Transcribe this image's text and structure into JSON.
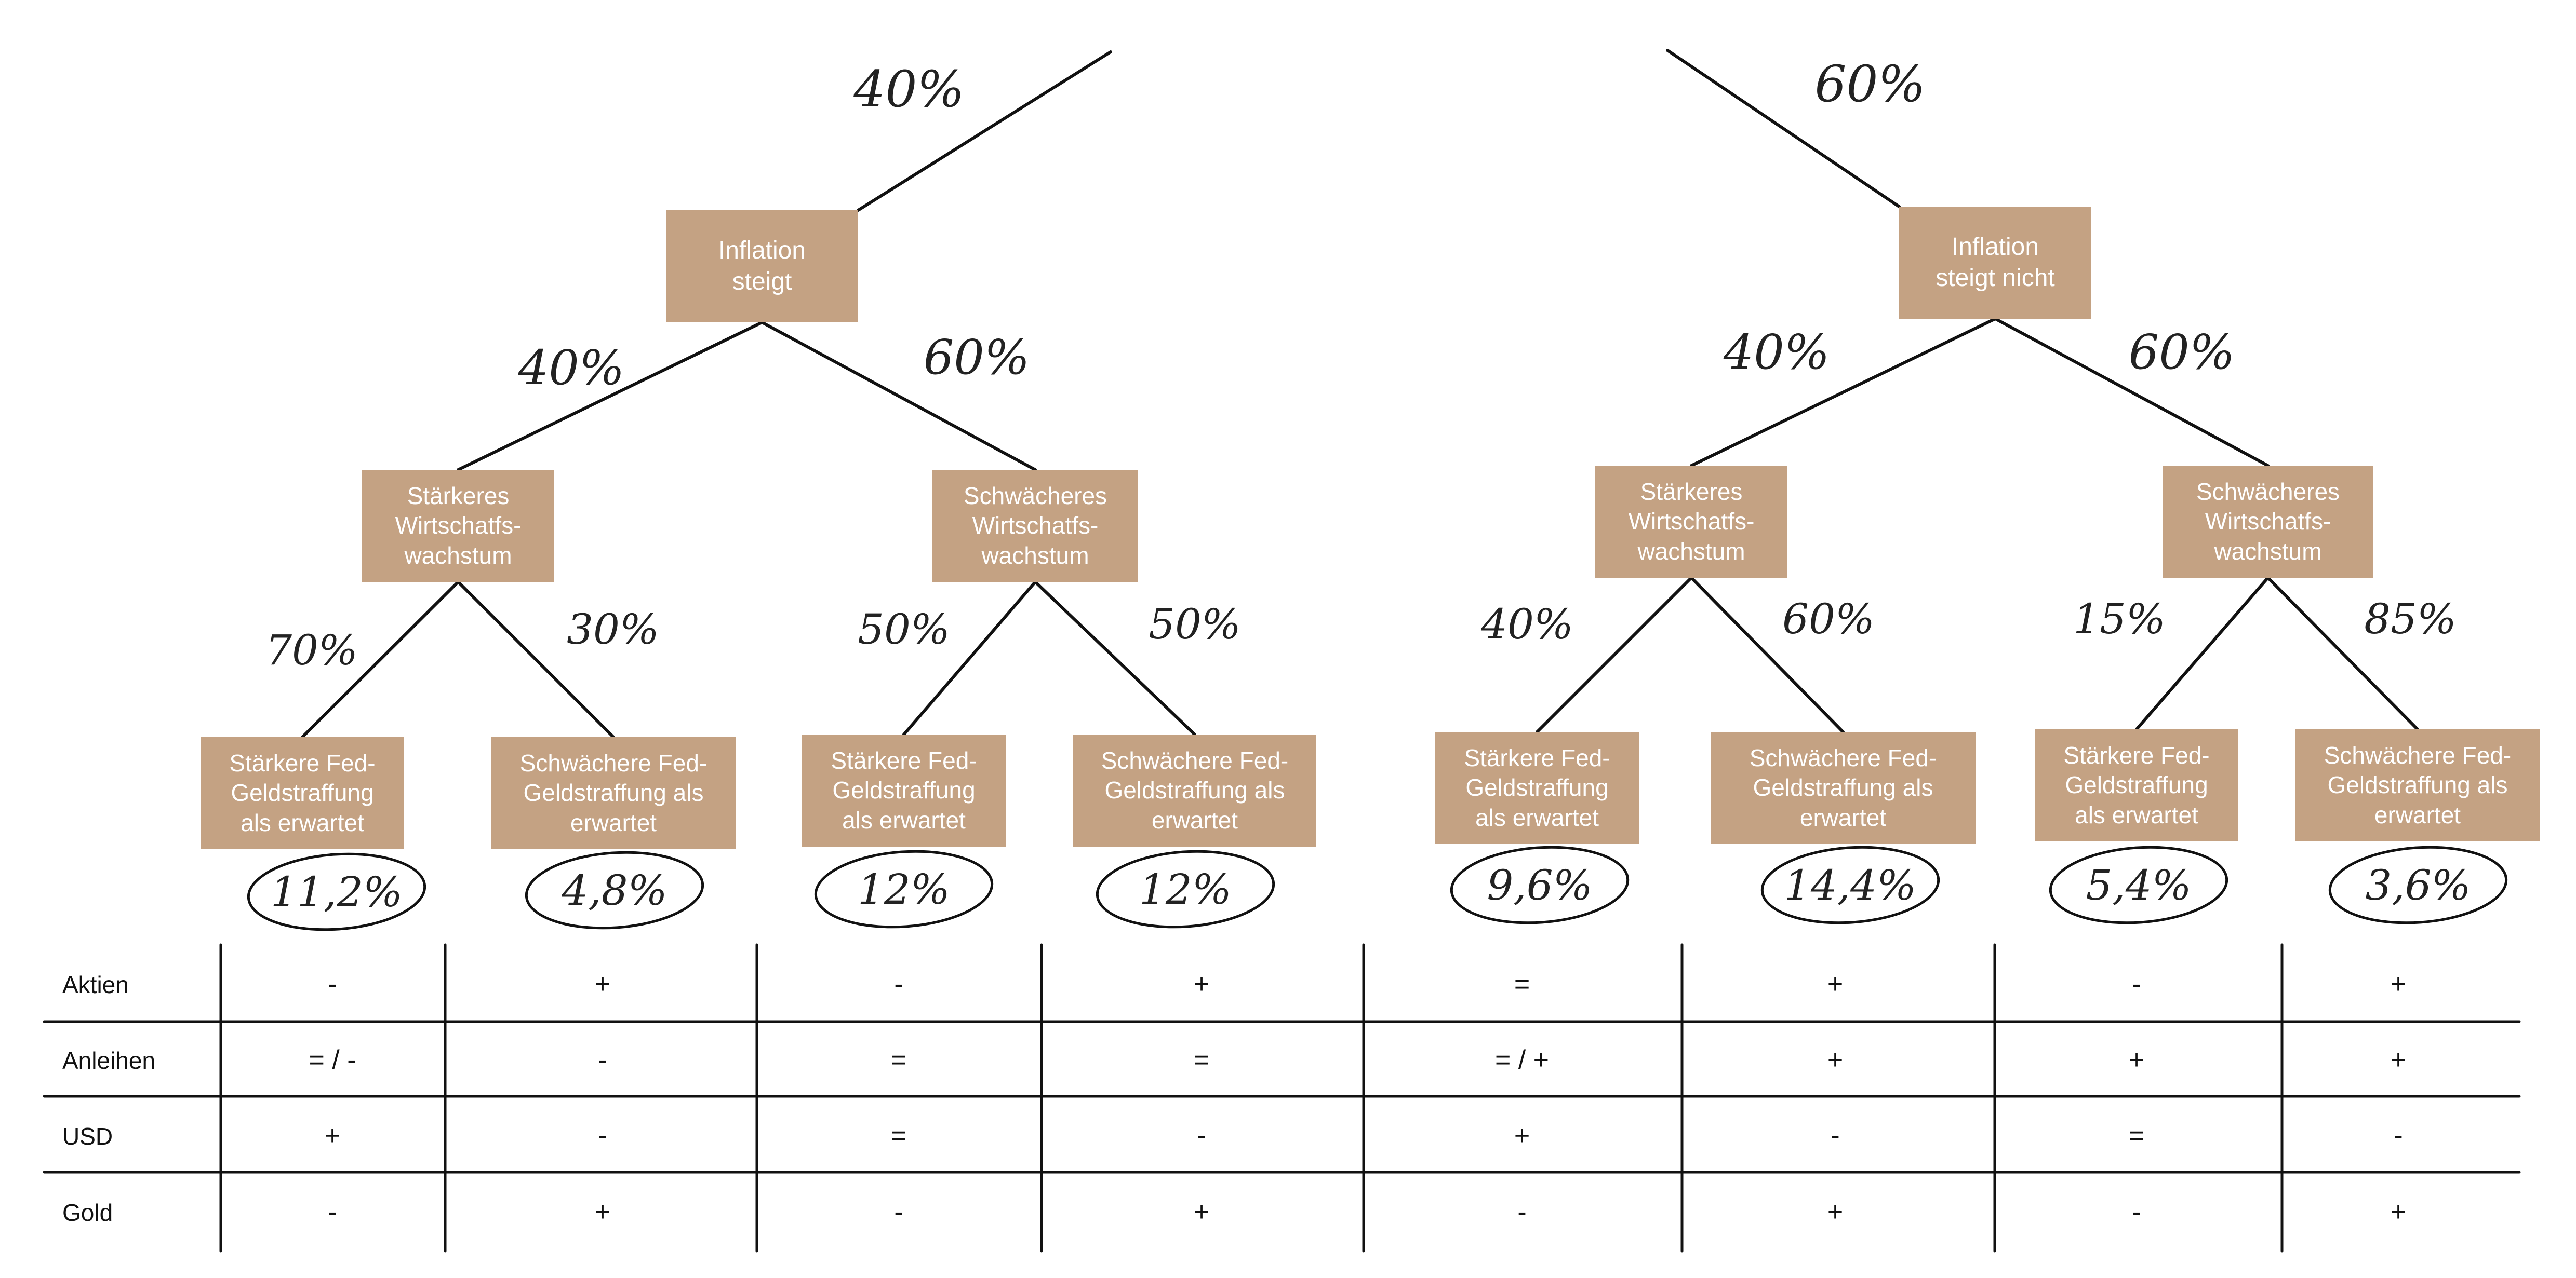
{
  "tree": {
    "roots": [
      {
        "label": "Inflation\nsteigt",
        "top_prob": "40%"
      },
      {
        "label": "Inflation\nsteigt nicht",
        "top_prob": "60%"
      }
    ],
    "growth_nodes": [
      {
        "label": "Stärkeres\nWirtschatfs-\nwachstum",
        "prob": "40%"
      },
      {
        "label": "Schwächeres\nWirtschatfs-\nwachstum",
        "prob": "60%"
      },
      {
        "label": "Stärkeres\nWirtschatfs-\nwachstum",
        "prob": "40%"
      },
      {
        "label": "Schwächeres\nWirtschatfs-\nwachstum",
        "prob": "60%"
      }
    ],
    "fed_nodes": [
      {
        "label": "Stärkere Fed-\nGeldstraffung\nals erwartet",
        "prob": "70%",
        "result": "11,2%"
      },
      {
        "label": "Schwächere Fed-\nGeldstraffung als\nerwartet",
        "prob": "30%",
        "result": "4,8%"
      },
      {
        "label": "Stärkere Fed-\nGeldstraffung\nals erwartet",
        "prob": "50%",
        "result": "12%"
      },
      {
        "label": "Schwächere Fed-\nGeldstraffung als\nerwartet",
        "prob": "50%",
        "result": "12%"
      },
      {
        "label": "Stärkere Fed-\nGeldstraffung\nals erwartet",
        "prob": "40%",
        "result": "9,6%"
      },
      {
        "label": "Schwächere Fed-\nGeldstraffung als\nerwartet",
        "prob": "60%",
        "result": "14,4%"
      },
      {
        "label": "Stärkere Fed-\nGeldstraffung\nals erwartet",
        "prob": "15%",
        "result": "5,4%"
      },
      {
        "label": "Schwächere Fed-\nGeldstraffung als\nerwartet",
        "prob": "85%",
        "result": "3,6%"
      }
    ]
  },
  "table": {
    "rows": [
      {
        "label": "Aktien",
        "cells": [
          "-",
          "+",
          "-",
          "+",
          "=",
          "+",
          "-",
          "+"
        ]
      },
      {
        "label": "Anleihen",
        "cells": [
          "= / -",
          "-",
          "=",
          "=",
          "= / +",
          "+",
          "+",
          "+"
        ]
      },
      {
        "label": "USD",
        "cells": [
          "+",
          "-",
          "=",
          "-",
          "+",
          "-",
          "=",
          "-"
        ]
      },
      {
        "label": "Gold",
        "cells": [
          "-",
          "+",
          "-",
          "+",
          "-",
          "+",
          "-",
          "+"
        ]
      }
    ]
  }
}
